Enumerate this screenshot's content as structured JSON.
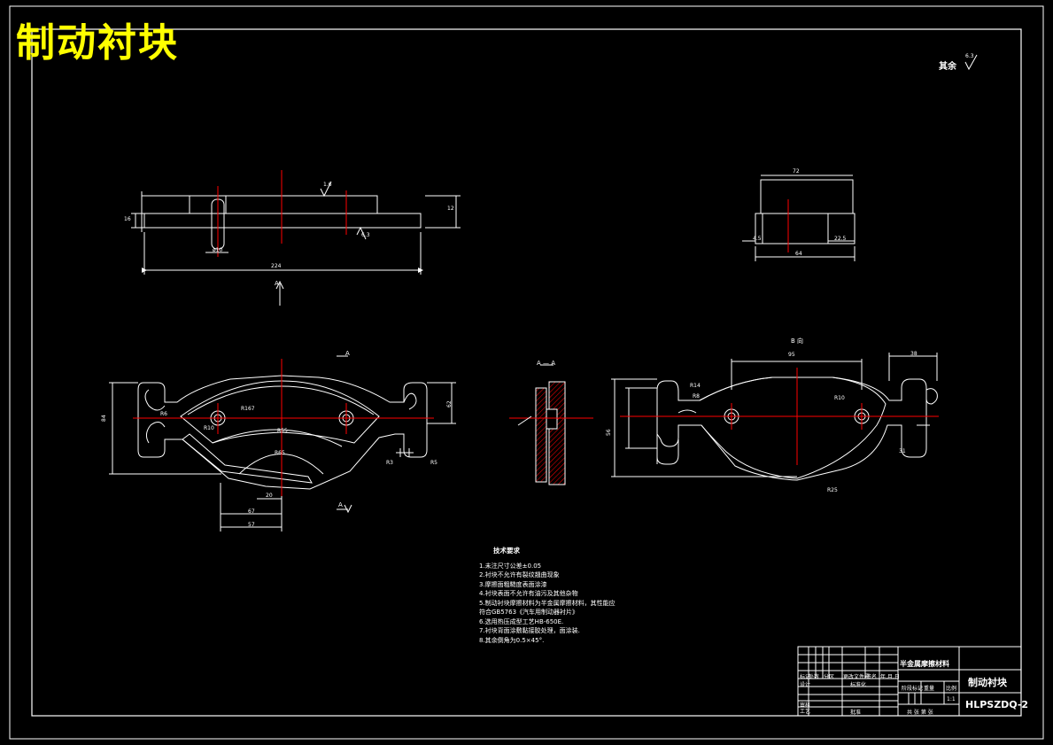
{
  "title": "制动衬块",
  "rest_roughness": "其余",
  "rest_roughness_value": "6.3",
  "views": {
    "view_label": "B 向",
    "section_label": "A — A",
    "arrow_a": "A",
    "arrow_b": "B"
  },
  "dimensions": {
    "top_overall": "224",
    "top_thickness": "16",
    "top_height": "12",
    "top_roughness": "1.6",
    "top_roughness_lower": "6.3",
    "top_hole": "ø10",
    "side_width": "64",
    "side_top_width": "72",
    "side_left": "4.5",
    "side_right": "22.5",
    "front_height": "84",
    "front_inner_height": "62",
    "front_r65": "R65",
    "front_r10": "R10",
    "front_r3": "R3",
    "front_r6": "R6",
    "front_r5": "R5",
    "front_20": "20",
    "front_67": "67",
    "front_57": "57",
    "front_r55": "R55",
    "front_r167": "R167",
    "b_width": "95",
    "b_height": "56",
    "b_r14": "R14",
    "b_38": "38",
    "b_31": "31",
    "b_r8": "R8",
    "b_r25": "R25",
    "b_r10": "R10"
  },
  "tech_req": {
    "heading": "技术要求",
    "items": [
      "1.未注尺寸公差±0.05",
      "2.衬块不允许有裂纹翘曲现象",
      "3.摩擦面粗糙度表面涂漆",
      "4.衬块表面不允许有油污及其他杂物",
      "5.制动衬块摩擦材料为半金属摩擦材料，其性能应",
      "符合GB5763《汽车用制动器衬片》",
      "6.选用热压成型工艺HB-650E.",
      "7.衬块背面涂敷黏接胶处理，面涂装.",
      "8.其余倒角为0.5×45°."
    ]
  },
  "title_block": {
    "material": "半金属摩擦材料",
    "part_name": "制动衬块",
    "drawing_no": "HLPSZDQ-2",
    "scale_label": "比例",
    "scale": "1:1",
    "stage_label": "阶段标记",
    "weight_label": "重量",
    "sheet_info": "共 张 第 张",
    "row_labels": [
      "标记",
      "处数",
      "分区",
      "更改文件号",
      "签名",
      "年.月.日"
    ],
    "design": "设计",
    "standard": "标准化",
    "review": "审核",
    "process": "工艺",
    "approve": "批准"
  },
  "colors": {
    "background": "#000000",
    "line": "#ffffff",
    "centerline": "#ff0000",
    "title": "#ffff00",
    "hatch": "#ff0000"
  }
}
